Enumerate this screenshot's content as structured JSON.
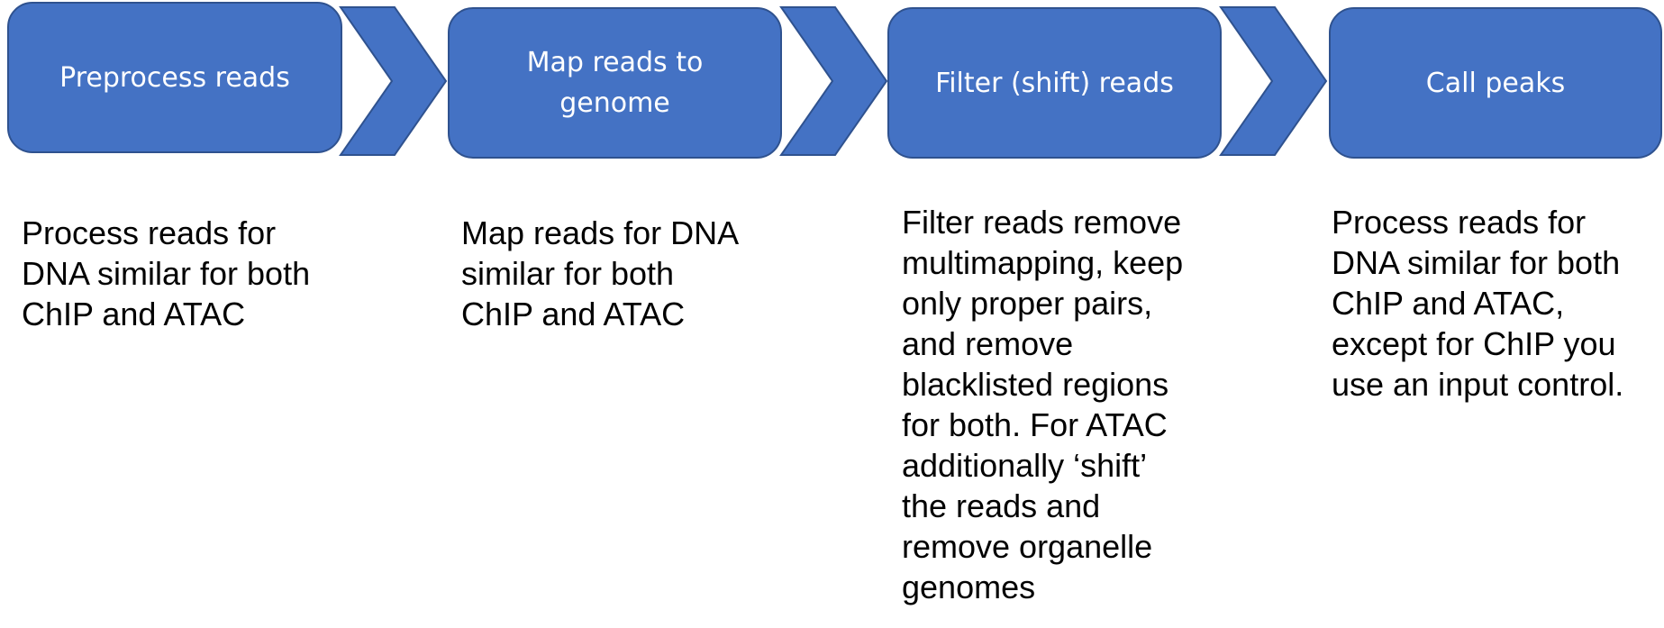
{
  "colors": {
    "box_fill": "#4472c4",
    "box_border": "#2f528f",
    "box_text": "#ffffff",
    "description_text": "#000000"
  },
  "steps": [
    {
      "label": "Preprocess reads",
      "description": "Process reads for\nDNA similar for both\nChIP and ATAC"
    },
    {
      "label": "Map reads to\ngenome",
      "description": "Map reads for DNA\nsimilar for both\nChIP and ATAC"
    },
    {
      "label": "Filter (shift) reads",
      "description": "Filter reads remove\nmultimapping, keep\nonly proper pairs,\nand remove\nblacklisted regions\nfor both. For ATAC\nadditionally ‘shift’\nthe reads and\nremove organelle\ngenomes"
    },
    {
      "label": "Call peaks",
      "description": "Process reads for\nDNA similar for both\nChIP and ATAC,\nexcept for ChIP you\nuse an input control."
    }
  ]
}
